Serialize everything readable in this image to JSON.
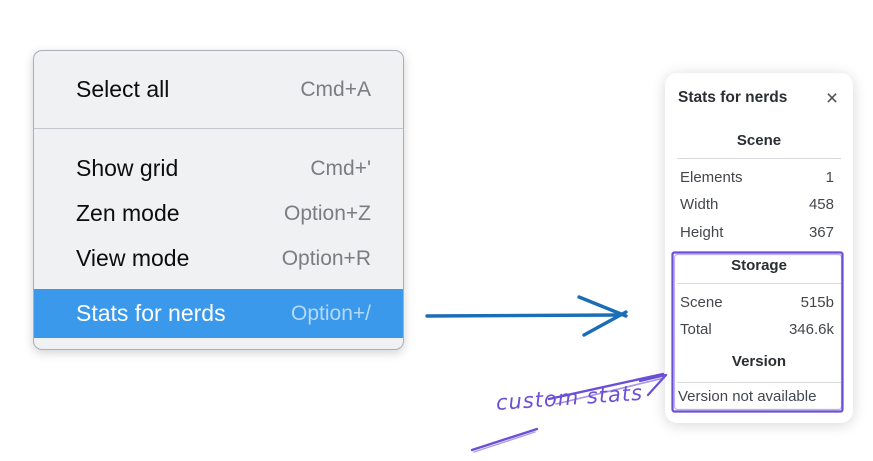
{
  "menu": {
    "items": [
      {
        "label": "Select all",
        "shortcut": "Cmd+A"
      },
      {
        "label": "Show grid",
        "shortcut": "Cmd+'"
      },
      {
        "label": "Zen mode",
        "shortcut": "Option+Z"
      },
      {
        "label": "View mode",
        "shortcut": "Option+R"
      },
      {
        "label": "Stats for nerds",
        "shortcut": "Option+/"
      }
    ],
    "highlighted_item": "Stats for nerds"
  },
  "stats_panel": {
    "title": "Stats for nerds",
    "close_glyph": "×",
    "scene": {
      "header": "Scene",
      "rows": [
        {
          "label": "Elements",
          "value": "1"
        },
        {
          "label": "Width",
          "value": "458"
        },
        {
          "label": "Height",
          "value": "367"
        }
      ]
    },
    "storage": {
      "header": "Storage",
      "rows": [
        {
          "label": "Scene",
          "value": "515b"
        },
        {
          "label": "Total",
          "value": "346.6k"
        }
      ]
    },
    "version": {
      "header": "Version",
      "note": "Version not available"
    }
  },
  "annotation": {
    "label": "custom stats"
  },
  "colors": {
    "menu_highlight": "#3b99ec",
    "arrow_blue": "#1b6db5",
    "annotation_purple": "#6b4fd6"
  }
}
